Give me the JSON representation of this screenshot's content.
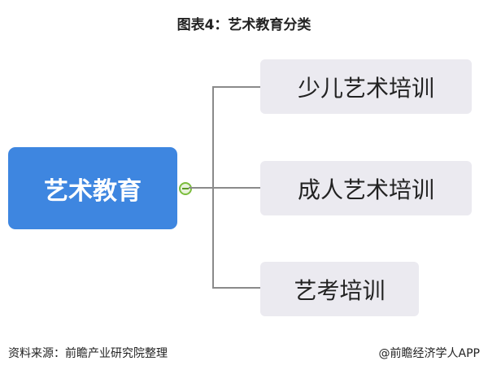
{
  "title": "图表4：艺术教育分类",
  "root": {
    "label": "艺术教育"
  },
  "children": [
    {
      "label": "少儿艺术培训"
    },
    {
      "label": "成人艺术培训"
    },
    {
      "label": "艺考培训"
    }
  ],
  "footer": {
    "source": "资料来源：前瞻产业研究院整理",
    "brand": "@前瞻经济学人APP"
  },
  "colors": {
    "root": "#3e86e0",
    "child": "#ebeaf0",
    "connector": "#8a8a8a",
    "collapse": "#7bbd3c"
  }
}
